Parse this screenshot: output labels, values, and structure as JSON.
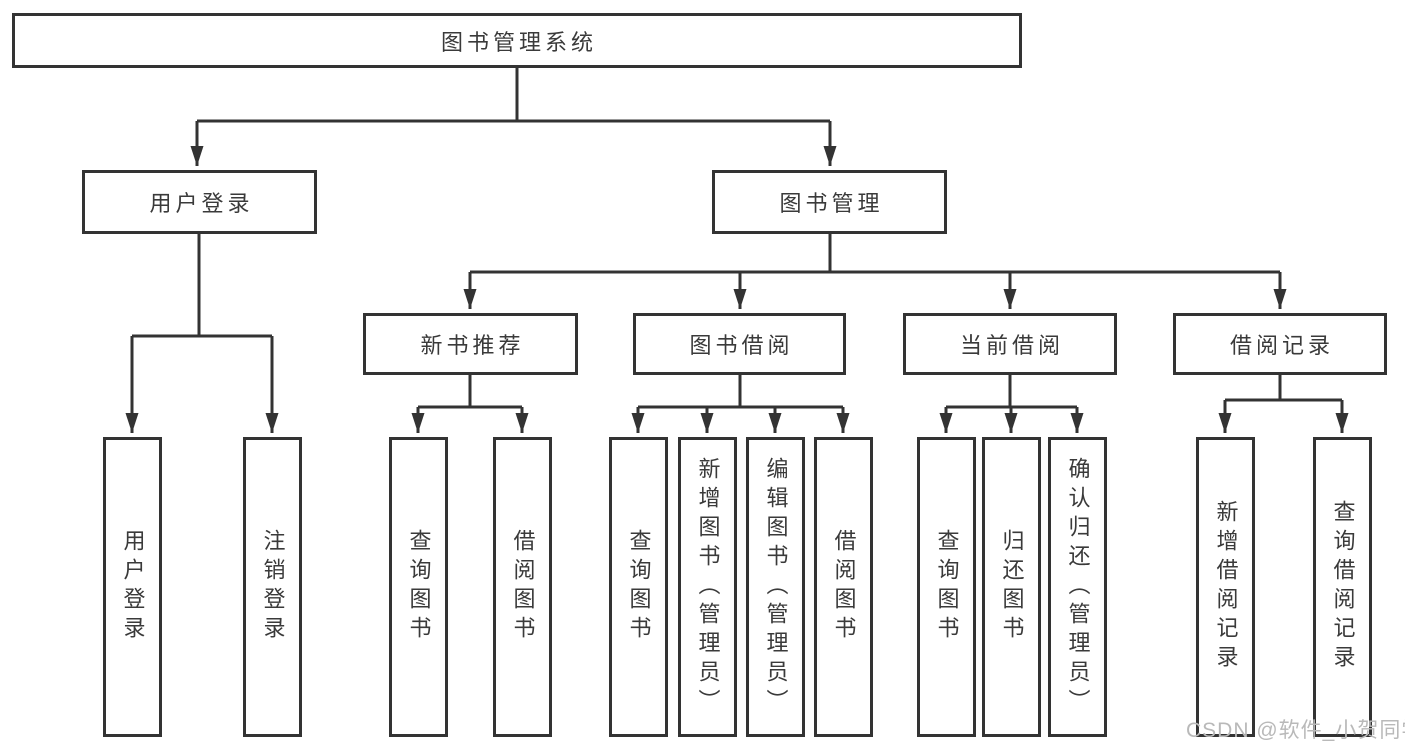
{
  "nodes": {
    "root": "图书管理系统",
    "level2": [
      "用户登录",
      "图书管理"
    ],
    "level3": [
      "新书推荐",
      "图书借阅",
      "当前借阅",
      "借阅记录"
    ],
    "leaves_user_login": [
      "用户登录",
      "注销登录"
    ],
    "leaves_new_books": [
      "查询图书",
      "借阅图书"
    ],
    "leaves_book_borrow": [
      "查询图书",
      "新增图书（管理员）",
      "编辑图书（管理员）",
      "借阅图书"
    ],
    "leaves_current_borrow": [
      "查询图书",
      "归还图书",
      "确认归还（管理员）"
    ],
    "leaves_borrow_records": [
      "新增借阅记录",
      "查询借阅记录"
    ]
  },
  "watermark": "CSDN @软件_小贺同学",
  "colors": {
    "line": "#333333",
    "border": "#333333",
    "text": "#3a3a3a",
    "watermark": "#b9b9b9",
    "background": "#ffffff"
  }
}
